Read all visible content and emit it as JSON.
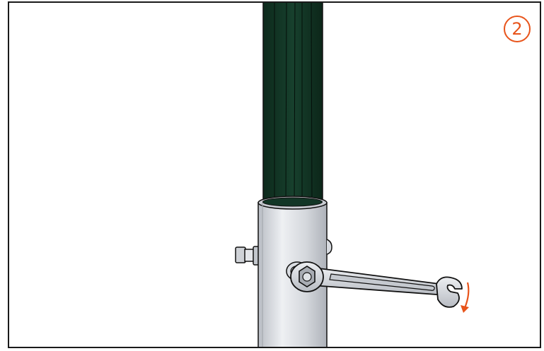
{
  "step": {
    "number": "2"
  },
  "colors": {
    "pole": "#123626",
    "sleeve": "#d9dce1",
    "outline": "#111111",
    "accent": "#e8541b"
  },
  "parts": {
    "pole": "umbrella-pole",
    "sleeve": "base-sleeve",
    "bolt_left": "side-bolt",
    "bolt_front": "front-bolt",
    "wrench": "open-end-wrench",
    "arrow": "tighten-direction-arrow"
  }
}
